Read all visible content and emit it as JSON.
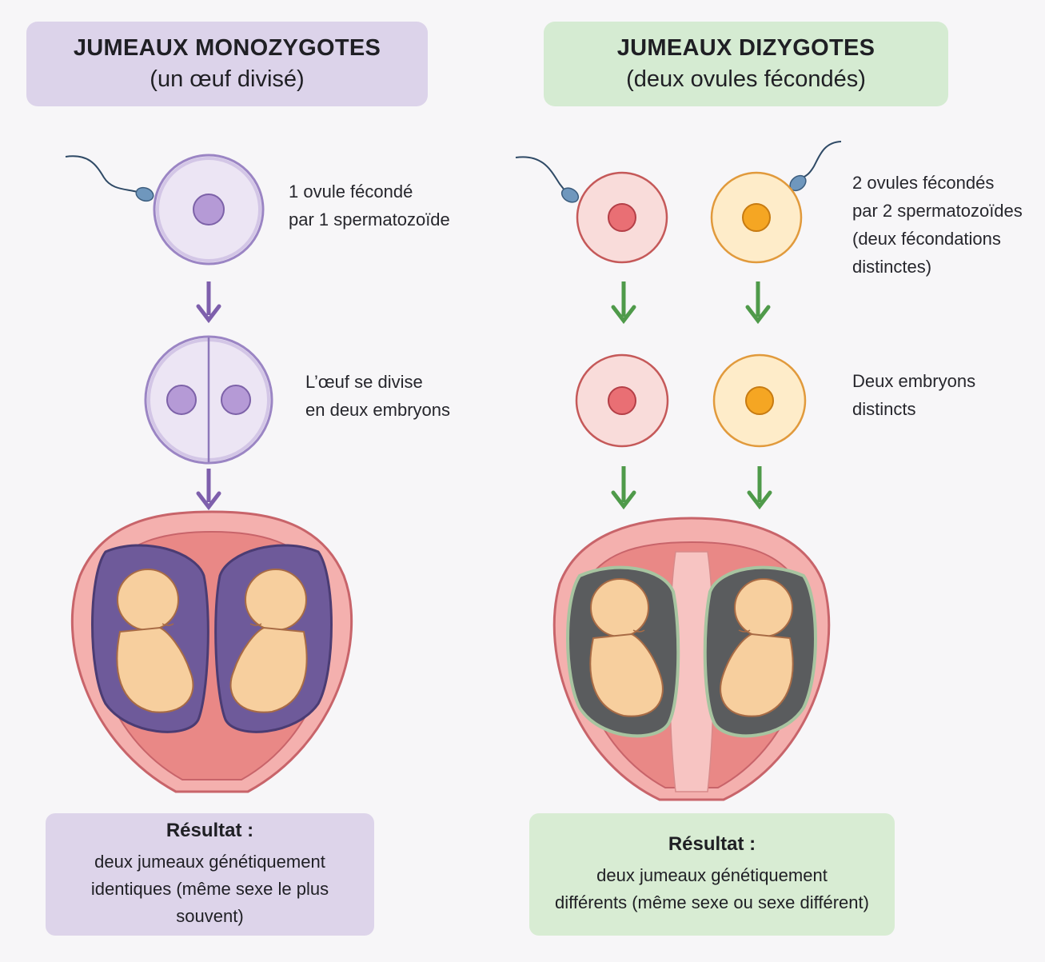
{
  "monozygotic": {
    "title": "JUMEAUX MONOZYGOTES",
    "subtitle": "(un œuf divisé)",
    "step1_line1": "1 ovule fécondé",
    "step1_line2": "par 1 spermatozoïde",
    "step2_line1": "L’œuf se divise",
    "step2_line2": "en deux embryons",
    "result_title": "Résultat :",
    "result_line1": "deux jumeaux génétiquement",
    "result_line2": "identiques (même sexe le plus",
    "result_line3": "souvent)"
  },
  "dizygotic": {
    "title": "JUMEAUX DIZYGOTES",
    "subtitle": "(deux ovules fécondés)",
    "step1_line1": "2 ovules fécondés",
    "step1_line2": "par 2 spermatozoïdes",
    "step1_line3": "(deux fécondations",
    "step1_line4": "distinctes)",
    "step2_line1": "Deux embryons",
    "step2_line2": "distincts",
    "result_title": "Résultat :",
    "result_line1": "deux jumeaux génétiquement",
    "result_line2": "différents (même sexe ou sexe différent)"
  },
  "colors": {
    "mono_accent": "#8a6bb5",
    "di_accent": "#5fa65a",
    "egg_pink": "#f7d3d1",
    "egg_orange": "#fde5bd",
    "uterus": "#f2a5a5"
  }
}
